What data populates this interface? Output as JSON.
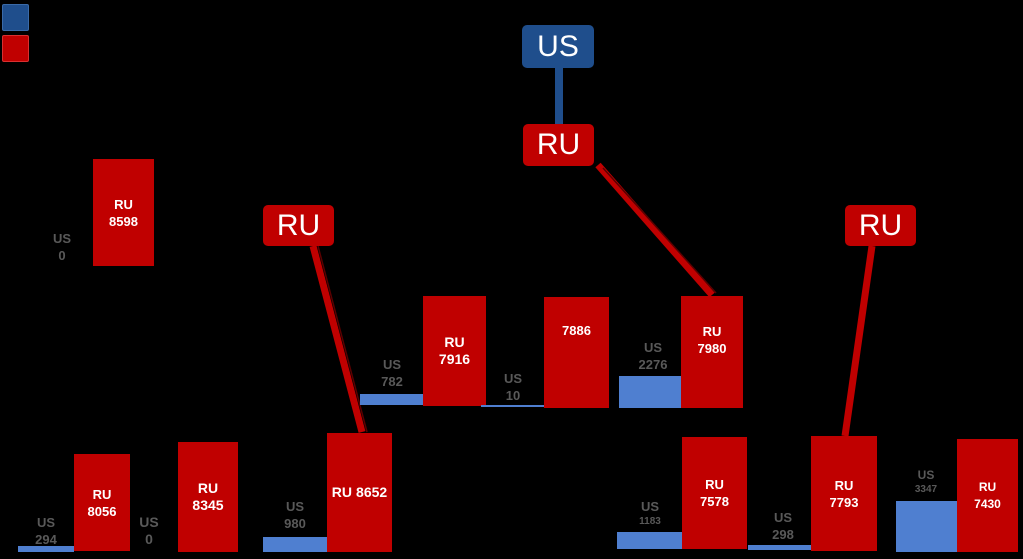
{
  "colors": {
    "us": "#1f4e8c",
    "us_bar": "#4f7fd0",
    "ru": "#c00000",
    "label": "#595959"
  },
  "nodes": {
    "us_top": "US",
    "ru_center": "RU",
    "ru_left": "RU",
    "ru_right": "RU"
  },
  "groups": [
    {
      "us_label": "US",
      "us_value": 0,
      "ru_label": "RU",
      "ru_value": 8598
    },
    {
      "us_label": "US",
      "us_value": 294,
      "ru_label": "RU",
      "ru_value": 8056
    },
    {
      "us_label": "US",
      "us_value": 0,
      "ru_label": "RU",
      "ru_value": 8345
    },
    {
      "us_label": "US",
      "us_value": 980,
      "ru_label": "RU",
      "ru_value": 8652
    },
    {
      "us_label": "US",
      "us_value": 782,
      "ru_label": "RU",
      "ru_value": 7916
    },
    {
      "us_label": "US",
      "us_value": 10,
      "ru_label": "",
      "ru_value": 7886
    },
    {
      "us_label": "US",
      "us_value": 2276,
      "ru_label": "RU",
      "ru_value": 7980
    },
    {
      "us_label": "US",
      "us_value": 1183,
      "ru_label": "RU",
      "ru_value": 7578
    },
    {
      "us_label": "US",
      "us_value": 298,
      "ru_label": "RU",
      "ru_value": 7793
    },
    {
      "us_label": "US",
      "us_value": 3347,
      "ru_label": "RU",
      "ru_value": 7430
    }
  ]
}
